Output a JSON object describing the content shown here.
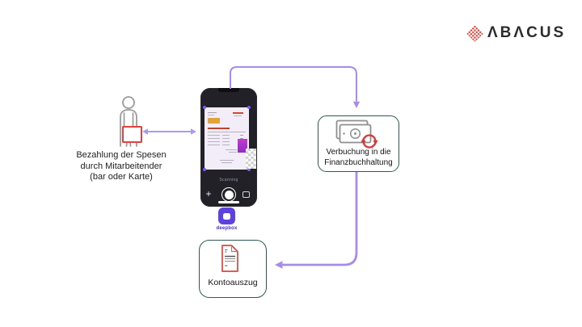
{
  "brand": {
    "name": "ABACUS",
    "display": "ΛBΛCUS",
    "diamond_color": "#e0423a",
    "text_color": "#2b2b30"
  },
  "flow": {
    "employee": {
      "icon": "person-with-receipt",
      "label": [
        "Bezahlung der Spesen",
        "durch Mitarbeitender",
        "(bar oder Karte)"
      ]
    },
    "phone": {
      "screen": "receipt-scan-preview",
      "status": "Scanning",
      "add_label": "+",
      "icons": [
        "add-icon",
        "shutter-icon",
        "gallery-icon"
      ]
    },
    "deepbox": {
      "label": "deepbox",
      "brand_color": "#5f42dd"
    },
    "booking": {
      "icon": "banknote-sync",
      "label": [
        "Verbuchung in die",
        "Finanzbuchhaltung"
      ]
    },
    "statement": {
      "icon": "red-document",
      "label": "Kontoauszug"
    }
  },
  "colors": {
    "arrow_purple": "#a78ce9",
    "double_arrow_purple": "#a69cf1",
    "box_border_teal": "#2d5a52",
    "accent_red": "#d84840",
    "phone_body": "#222127",
    "background": "#ffffff"
  }
}
